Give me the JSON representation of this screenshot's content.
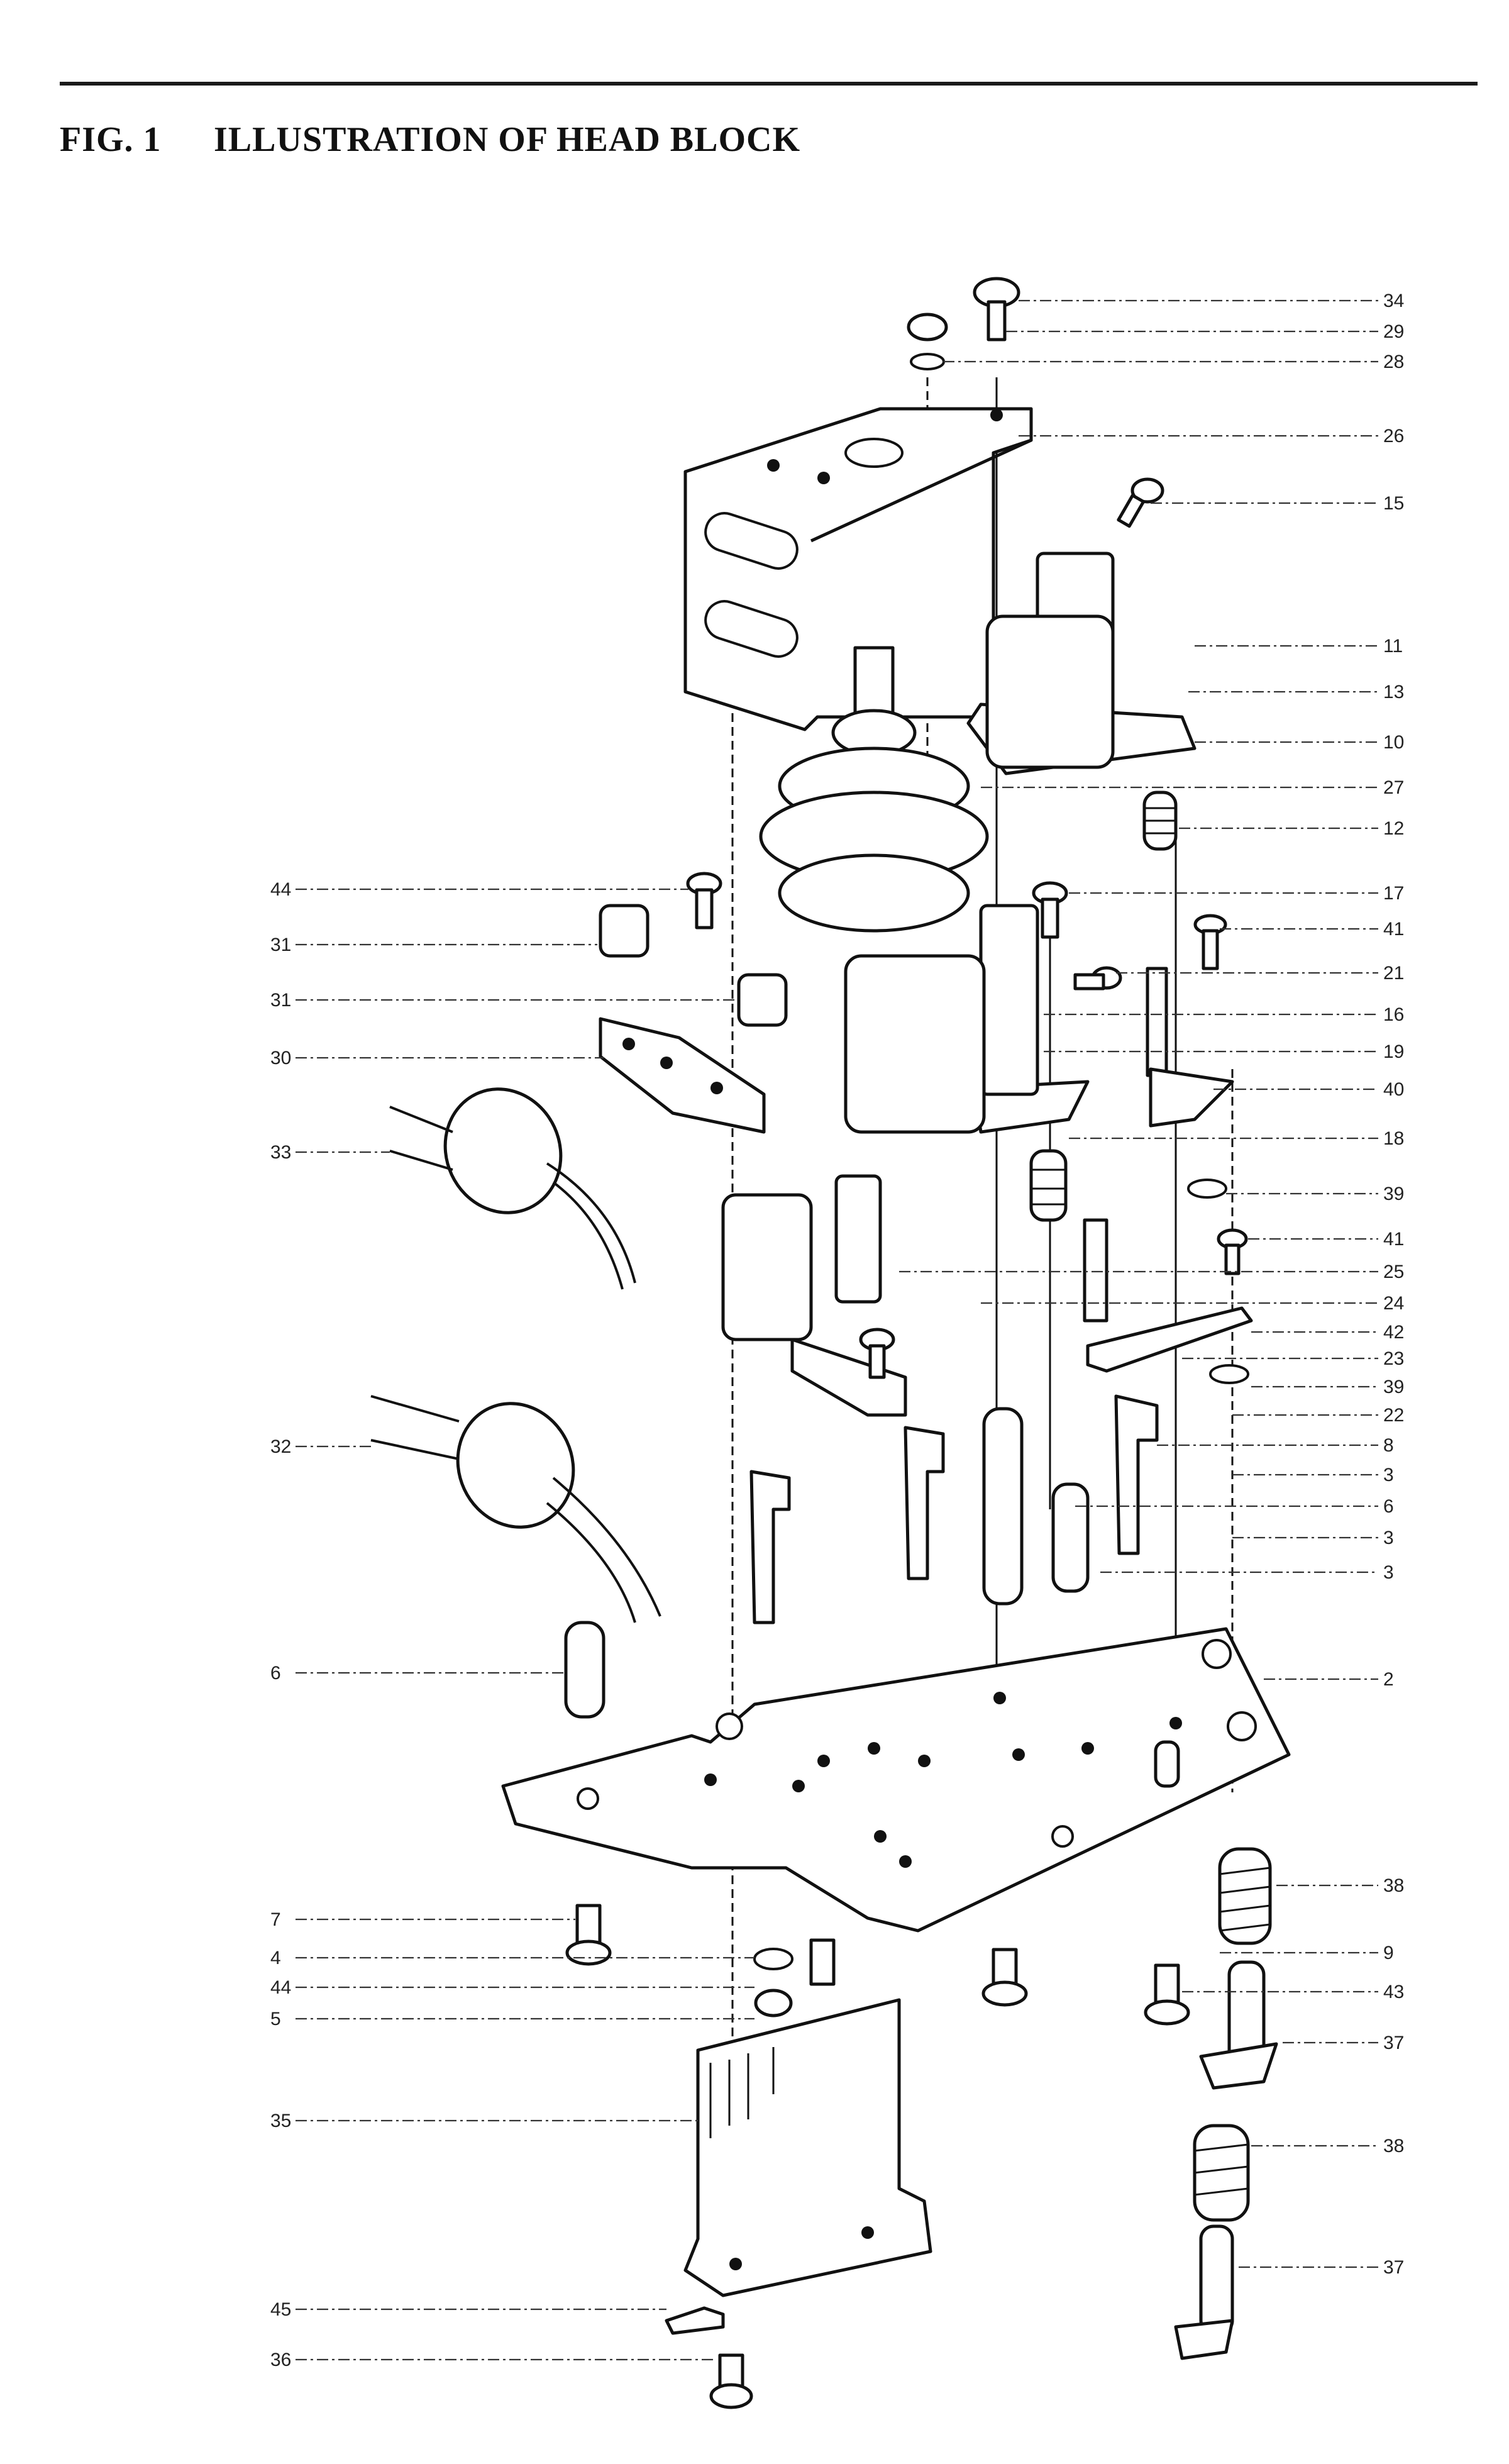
{
  "header": {
    "fig_number": "FIG. 1",
    "title": "ILLUSTRATION OF HEAD BLOCK"
  },
  "callouts": {
    "right": [
      "34",
      "29",
      "28",
      "26",
      "15",
      "11",
      "13",
      "10",
      "27",
      "12",
      "17",
      "41",
      "21",
      "16",
      "19",
      "40",
      "18",
      "39",
      "41",
      "25",
      "24",
      "42",
      "23",
      "39",
      "22",
      "8",
      "3",
      "6",
      "3",
      "3",
      "2",
      "38",
      "9",
      "43",
      "37",
      "38",
      "37"
    ],
    "left": [
      "44",
      "31",
      "31",
      "30",
      "33",
      "32",
      "6",
      "7",
      "4",
      "44",
      "5",
      "35",
      "45",
      "36"
    ]
  }
}
